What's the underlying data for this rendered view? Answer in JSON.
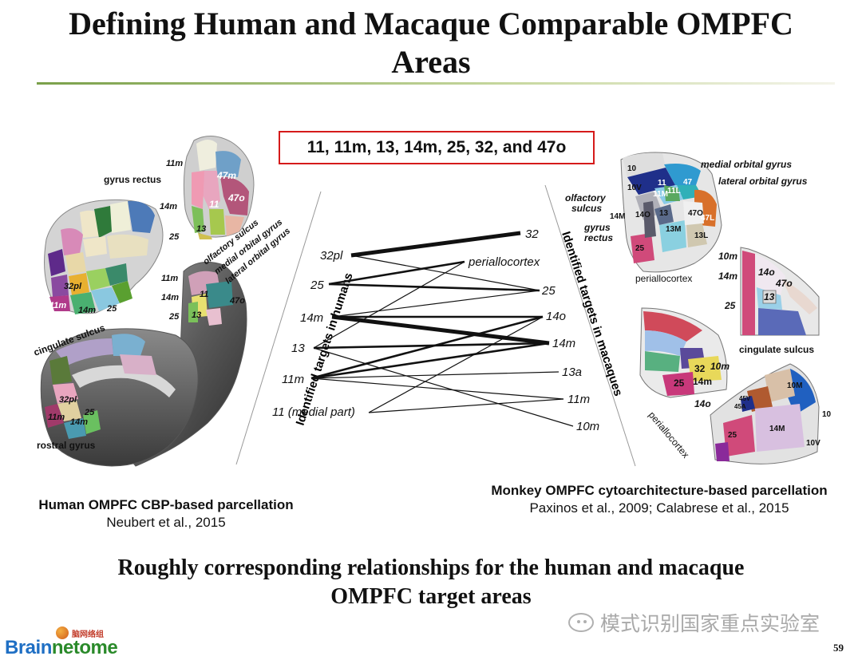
{
  "slide": {
    "title_line1": "Defining Human and Macaque Comparable OMPFC",
    "title_line2": "Areas",
    "targets_box": "11, 11m, 13, 14m, 25, 32, and 47o",
    "conclusion_line1": "Roughly corresponding relationships for the human and macaque",
    "conclusion_line2": "OMPFC target areas",
    "page_number": "59",
    "watermark": "模式识别国家重点实验室",
    "logo_text_a": "Brain",
    "logo_text_b": "netome",
    "logo_cn": "脑网络组"
  },
  "human_caption": {
    "title": "Human OMPFC CBP-based parcellation",
    "citation": "Neubert et al., 2015"
  },
  "monkey_caption": {
    "title": "Monkey OMPFC cytoarchitecture-based parcellation",
    "citation": "Paxinos et al., 2009; Calabrese et al., 2015"
  },
  "mapping": {
    "left_axis_label": "Identified targets in humans",
    "right_axis_label": "Identified targets in macaques",
    "human_targets": [
      "32pl",
      "25",
      "14m",
      "13",
      "11m",
      "11 (medial part)"
    ],
    "macaque_targets": [
      "32",
      "periallocortex",
      "25",
      "14o",
      "14m",
      "13a",
      "11m",
      "10m"
    ],
    "links": [
      {
        "from": "32pl",
        "to": "32",
        "weight": "strong"
      },
      {
        "from": "32pl",
        "to": "25",
        "weight": "thin"
      },
      {
        "from": "25",
        "to": "periallocortex",
        "weight": "medium"
      },
      {
        "from": "25",
        "to": "25",
        "weight": "medium"
      },
      {
        "from": "14m",
        "to": "25",
        "weight": "thin"
      },
      {
        "from": "14m",
        "to": "14o",
        "weight": "medium"
      },
      {
        "from": "14m",
        "to": "14m",
        "weight": "strong"
      },
      {
        "from": "13",
        "to": "periallocortex",
        "weight": "thin"
      },
      {
        "from": "13",
        "to": "14m",
        "weight": "medium"
      },
      {
        "from": "13",
        "to": "10m",
        "weight": "thin"
      },
      {
        "from": "11m",
        "to": "14o",
        "weight": "medium"
      },
      {
        "from": "11m",
        "to": "14m",
        "weight": "medium"
      },
      {
        "from": "11m",
        "to": "13a",
        "weight": "thin"
      },
      {
        "from": "11m",
        "to": "11m",
        "weight": "thin"
      },
      {
        "from": "11 (medial part)",
        "to": "14o",
        "weight": "thin"
      },
      {
        "from": "11 (medial part)",
        "to": "11m",
        "weight": "thin"
      }
    ]
  },
  "human_brain": {
    "labels": {
      "top_11m": "11m",
      "gyrus_rectus": "gyrus rectus",
      "b47m": "47m",
      "b47o": "47o",
      "b11": "11",
      "t14m": "14m",
      "t13": "13",
      "t25": "25",
      "olf_sulcus": "olfactory sulcus",
      "med_orb": "medial orbital gyrus",
      "lat_orb": "lateral orbital gyrus",
      "s11m": "11m",
      "s11": "11",
      "s47o": "47o",
      "s14m": "14m",
      "s25": "25",
      "s13": "13",
      "l32pl": "32pl",
      "l11m": "11m",
      "l14m": "14m",
      "l25": "25",
      "cing": "cingulate sulcus",
      "m32pl": "32pl",
      "m11m": "11m",
      "m14m": "14m",
      "m25": "25",
      "rostral": "rostral gyrus"
    }
  },
  "monkey_brain": {
    "labels": {
      "m10": "10",
      "m10v": "10V",
      "mog": "medial orbital gyrus",
      "log": "lateral orbital gyrus",
      "m11": "11",
      "m11m": "11M",
      "m11l": "11L",
      "m47": "47",
      "olf": "olfactory",
      "sulcus": "sulcus",
      "m14m": "14M",
      "m14o": "14O",
      "m13": "13",
      "m47o": "47O",
      "m47l": "47L",
      "gyrus": "gyrus",
      "rectus": "rectus",
      "m13m": "13M",
      "m13l": "13L",
      "m25": "25",
      "peri1": "periallocortex",
      "r10m": "10m",
      "r14m": "14m",
      "r14o": "14o",
      "r47o": "47o",
      "r25": "25",
      "r13": "13",
      "cing": "cingulate sulcus",
      "c32": "32",
      "c10m": "10m",
      "c25": "25",
      "c14m": "14m",
      "c14o": "14o",
      "peri2": "periallocortex",
      "b10m": "10M",
      "b10": "10",
      "b14m": "14M",
      "b25": "25",
      "b10v": "10V",
      "b45v": "45V",
      "b45a": "45A"
    }
  },
  "colors": {
    "box_border": "#d51a1a",
    "rule": "#7aa04a"
  }
}
